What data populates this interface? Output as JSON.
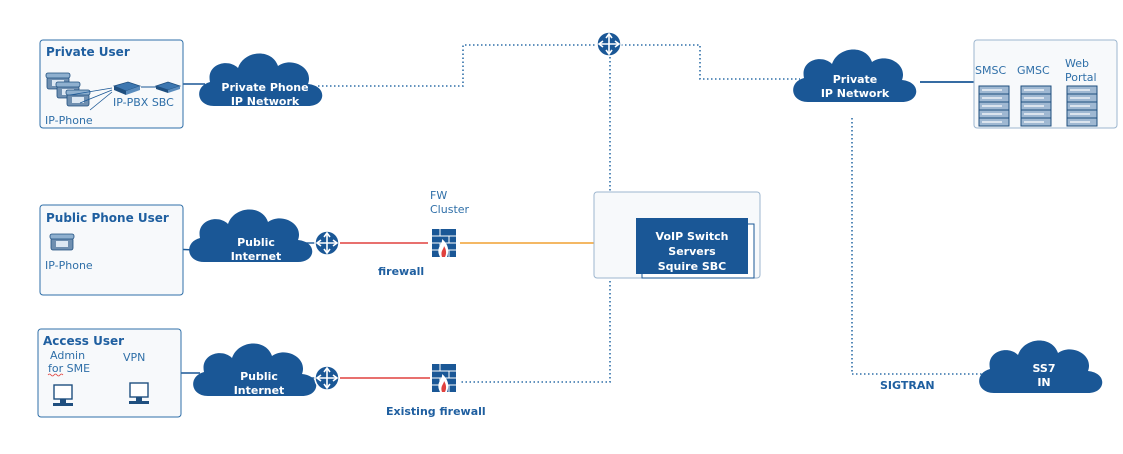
{
  "groups": {
    "private_user": {
      "title": "Private User",
      "ip_phone": "IP-Phone",
      "ippbx_sbc": "IP-PBX SBC"
    },
    "public_phone_user": {
      "title": "Public Phone User",
      "ip_phone": "IP-Phone"
    },
    "access_user": {
      "title": "Access User",
      "admin_line1": "Admin",
      "admin_line2": "for SME",
      "vpn": "VPN"
    },
    "servers": {
      "smsc": "SMSC",
      "gmsc": "GMSC",
      "web_line1": "Web",
      "web_line2": "Portal"
    }
  },
  "clouds": {
    "private_phone": {
      "line1": "Private Phone",
      "line2": "IP Network"
    },
    "public_internet_1": {
      "line1": "Public",
      "line2": "Internet"
    },
    "public_internet_2": {
      "line1": "Public",
      "line2": "Internet"
    },
    "private_ip": {
      "line1": "Private",
      "line2": "IP Network"
    },
    "ss7": {
      "line1": "SS7",
      "line2": "IN"
    }
  },
  "labels": {
    "fw_cluster_line1": "FW",
    "fw_cluster_line2": "Cluster",
    "firewall": "firewall",
    "existing_firewall": "Existing firewall",
    "sigtran": "SIGTRAN"
  },
  "voip": {
    "line1": "VoIP Switch",
    "line2": "Servers",
    "line3": "Squire SBC"
  },
  "colors": {
    "cloud": "#1a5796",
    "frame": "#2f6fa8",
    "dotted": "#2f6fa8",
    "red_link": "#e0413e",
    "orange_link": "#f0a030",
    "voip_box": "#1a5796",
    "voip_border": "#9db6cf",
    "panel_bg": "#f7f9fb",
    "router": "#1a5796",
    "firewall_icon": "#1a5796"
  },
  "icons": [
    "phone-icon",
    "pbx-icon",
    "router-icon",
    "firewall-icon",
    "monitor-icon",
    "server-rack-icon",
    "cloud-icon"
  ]
}
